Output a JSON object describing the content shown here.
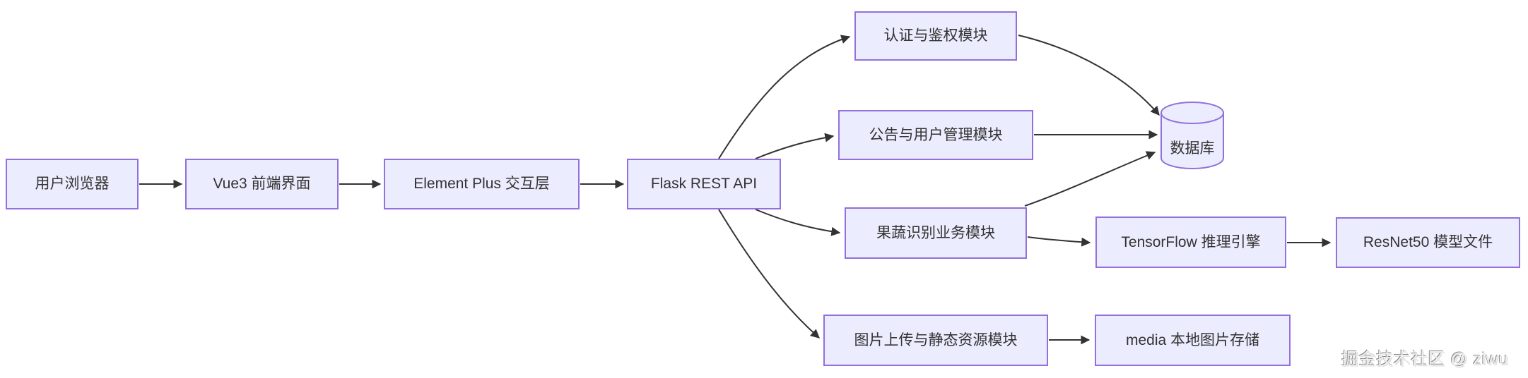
{
  "diagram": {
    "type": "flowchart",
    "direction": "left-to-right",
    "nodes": [
      {
        "id": "user-browser",
        "label": "用户浏览器",
        "shape": "rect"
      },
      {
        "id": "vue3-frontend",
        "label": "Vue3 前端界面",
        "shape": "rect"
      },
      {
        "id": "element-plus-layer",
        "label": "Element Plus 交互层",
        "shape": "rect"
      },
      {
        "id": "flask-rest-api",
        "label": "Flask REST API",
        "shape": "rect"
      },
      {
        "id": "auth-module",
        "label": "认证与鉴权模块",
        "shape": "rect"
      },
      {
        "id": "announce-user-module",
        "label": "公告与用户管理模块",
        "shape": "rect"
      },
      {
        "id": "database",
        "label": "数据库",
        "shape": "cylinder"
      },
      {
        "id": "recognition-module",
        "label": "果蔬识别业务模块",
        "shape": "rect"
      },
      {
        "id": "tensorflow-engine",
        "label": "TensorFlow 推理引擎",
        "shape": "rect"
      },
      {
        "id": "resnet50-model",
        "label": "ResNet50 模型文件",
        "shape": "rect"
      },
      {
        "id": "upload-static-module",
        "label": "图片上传与静态资源模块",
        "shape": "rect"
      },
      {
        "id": "media-storage",
        "label": "media 本地图片存储",
        "shape": "rect"
      }
    ],
    "edges": [
      {
        "from": "user-browser",
        "to": "vue3-frontend"
      },
      {
        "from": "vue3-frontend",
        "to": "element-plus-layer"
      },
      {
        "from": "element-plus-layer",
        "to": "flask-rest-api"
      },
      {
        "from": "flask-rest-api",
        "to": "auth-module"
      },
      {
        "from": "flask-rest-api",
        "to": "announce-user-module"
      },
      {
        "from": "flask-rest-api",
        "to": "recognition-module"
      },
      {
        "from": "flask-rest-api",
        "to": "upload-static-module"
      },
      {
        "from": "auth-module",
        "to": "database"
      },
      {
        "from": "announce-user-module",
        "to": "database"
      },
      {
        "from": "recognition-module",
        "to": "database"
      },
      {
        "from": "recognition-module",
        "to": "tensorflow-engine"
      },
      {
        "from": "tensorflow-engine",
        "to": "resnet50-model"
      },
      {
        "from": "upload-static-module",
        "to": "media-storage"
      }
    ],
    "colors": {
      "node_fill": "#ECECFF",
      "node_border": "#9370DB",
      "edge_line": "#333333",
      "node_text": "#333333",
      "background": "#FFFFFF"
    }
  },
  "watermark": {
    "text": "掘金技术社区 @ ziwu"
  }
}
